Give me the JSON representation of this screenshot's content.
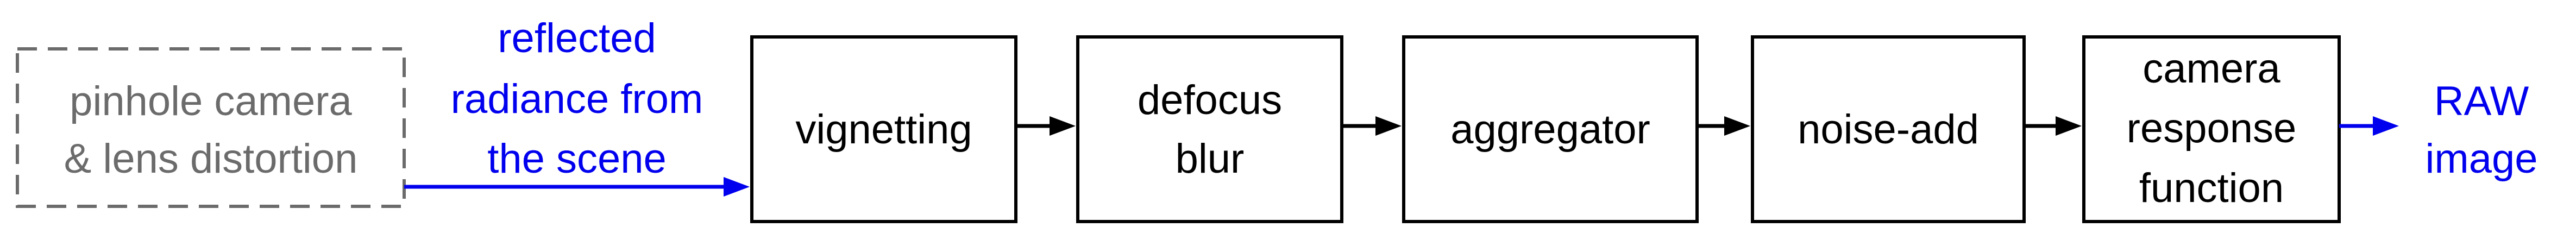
{
  "diagram": {
    "source": {
      "line1": "pinhole camera",
      "line2": "& lens distortion"
    },
    "input_label": {
      "line1": "reflected",
      "line2": "radiance from",
      "line3": "the scene"
    },
    "stages": [
      {
        "lines": [
          "vignetting"
        ]
      },
      {
        "lines": [
          "defocus",
          "blur"
        ]
      },
      {
        "lines": [
          "aggregator"
        ]
      },
      {
        "lines": [
          "noise-add"
        ]
      },
      {
        "lines": [
          "camera",
          "response",
          "function"
        ]
      }
    ],
    "output_label": {
      "line1": "RAW",
      "line2": "image"
    },
    "colors": {
      "stage_text": "#000000",
      "source_text": "#6b6b6b",
      "signal_blue": "#0000ee"
    }
  }
}
